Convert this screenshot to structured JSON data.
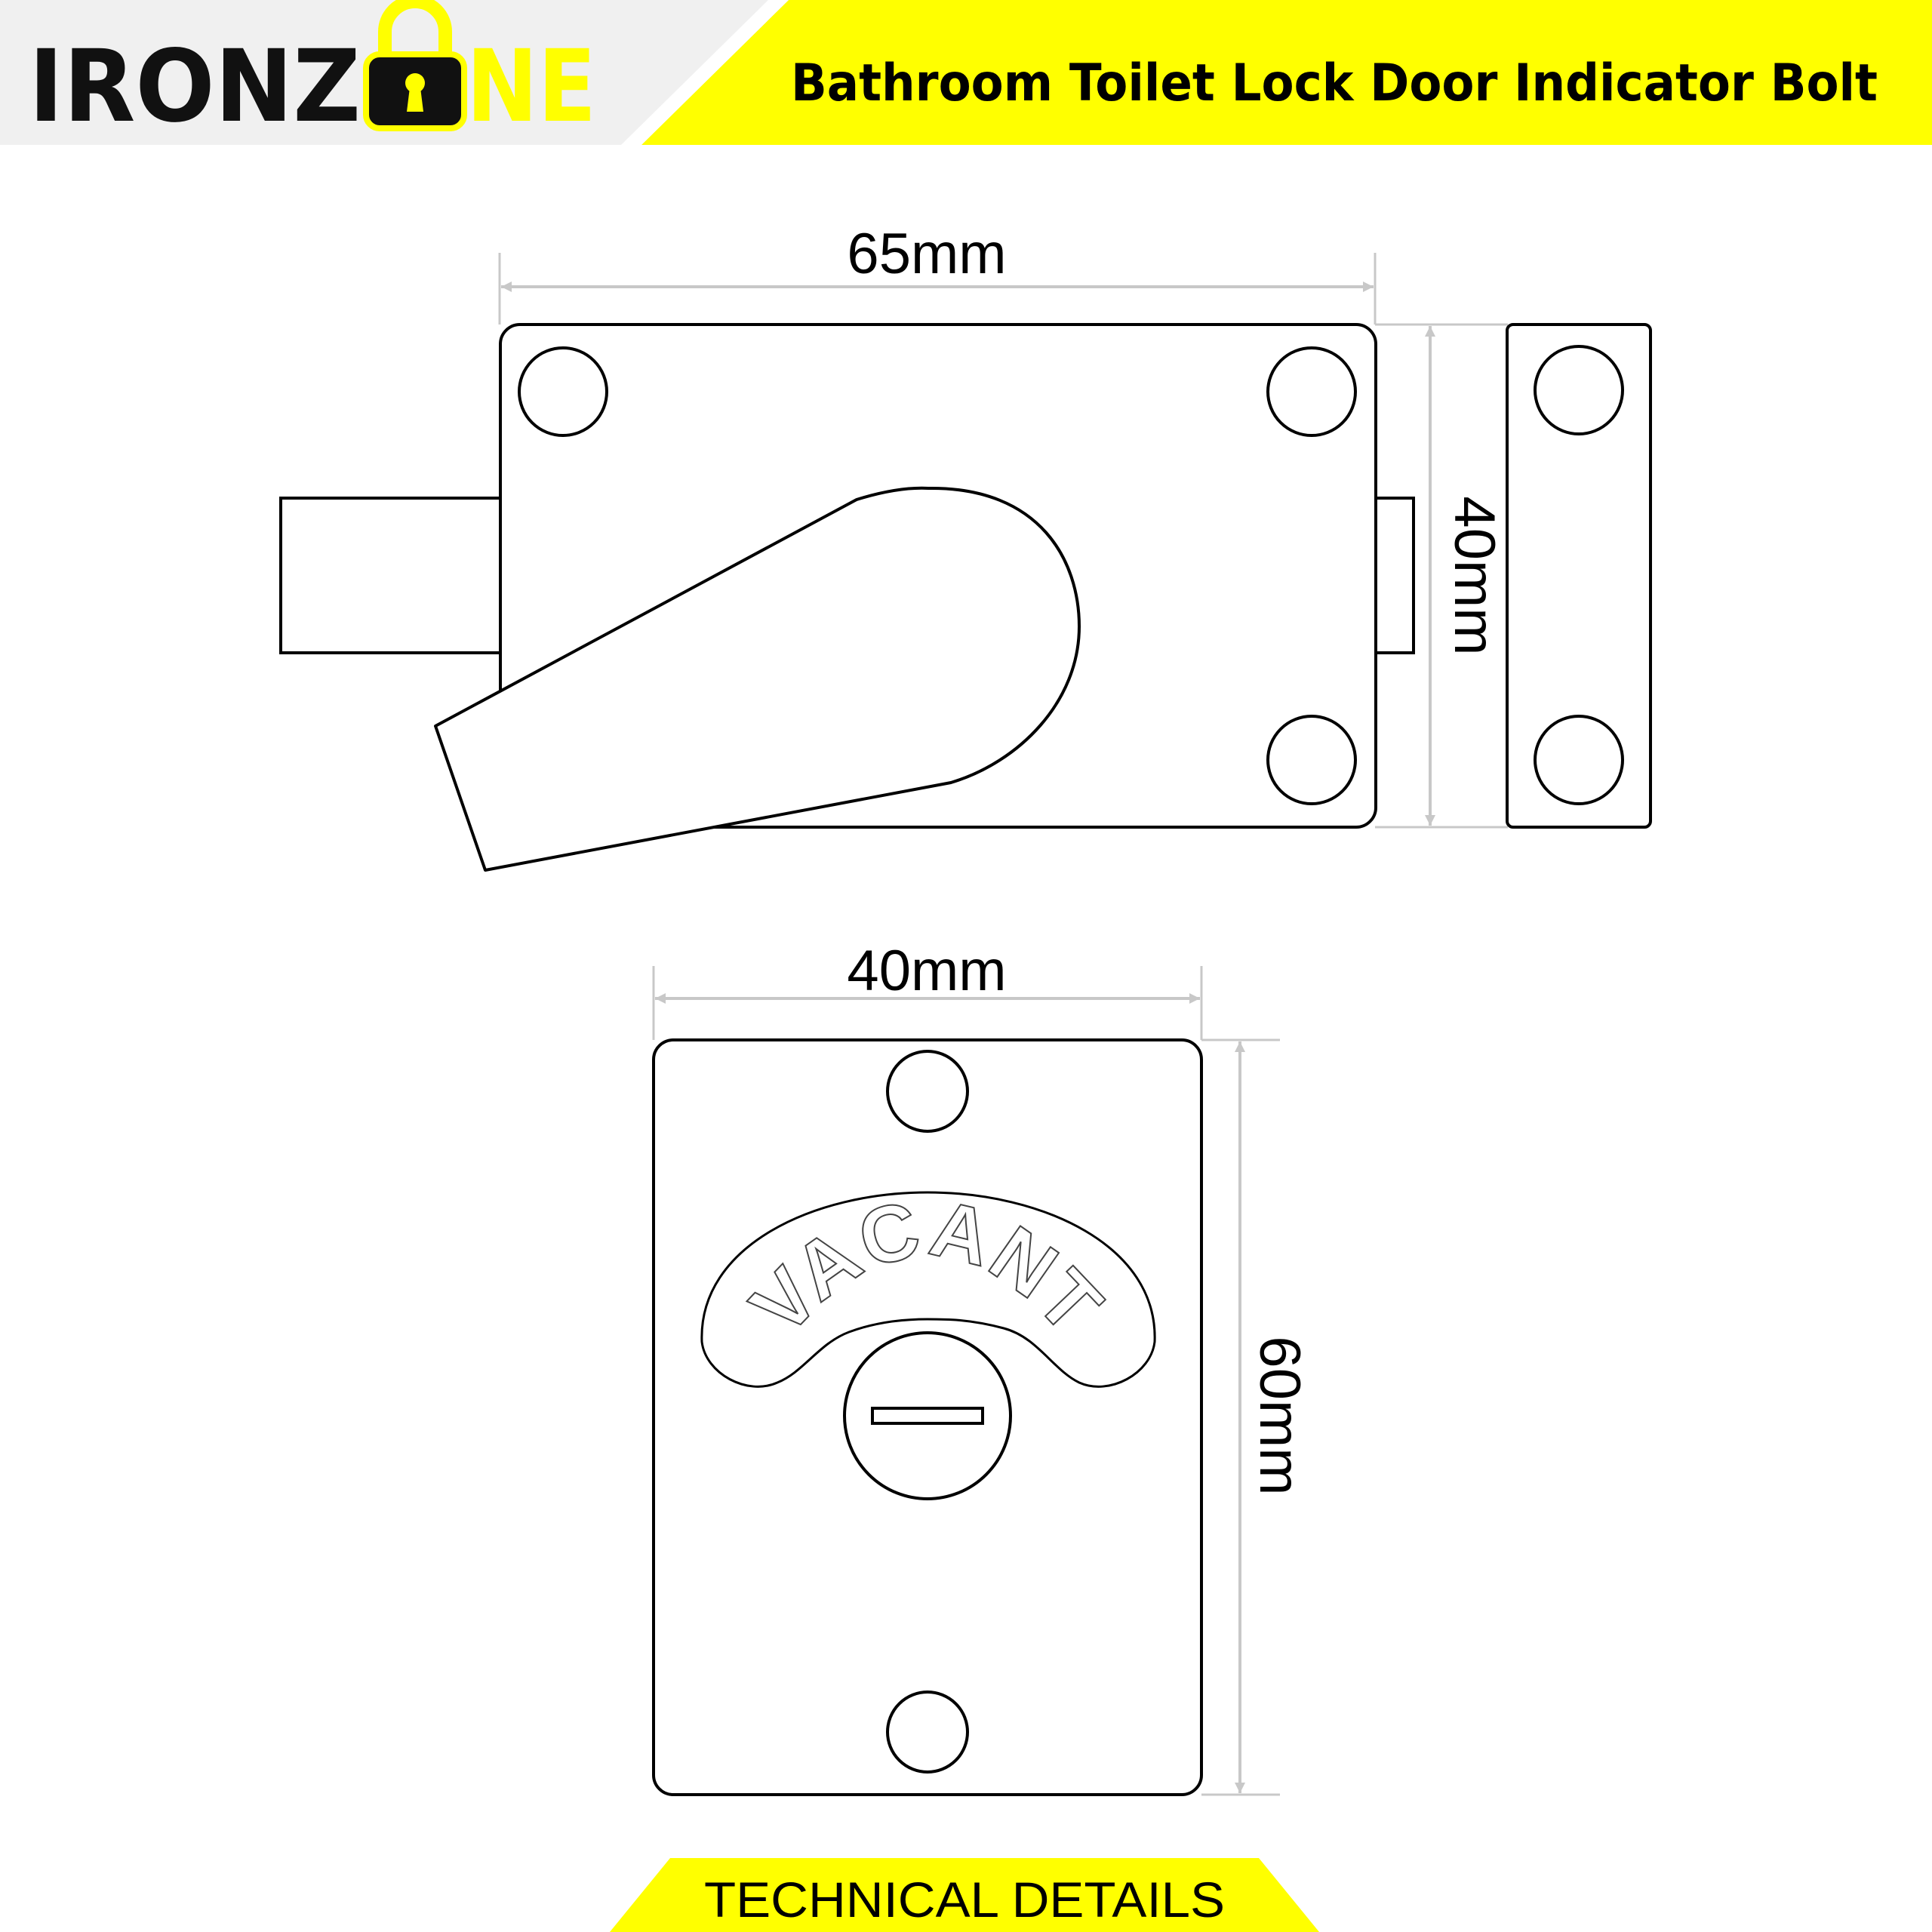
{
  "brand": {
    "name_dark": "IRONZ",
    "name_accent": "NE",
    "accent_color": "#FFFF00",
    "dark_color": "#111111",
    "logo_icon": "padlock-keyhole-icon"
  },
  "header": {
    "title": "Bathroom Toilet Lock Door Indicator Bolt",
    "band_color": "#FFFF00",
    "left_band_color": "#F0F0F0"
  },
  "bolt_diagram": {
    "width_label": "65mm",
    "height_label": "40mm"
  },
  "indicator_diagram": {
    "width_label": "40mm",
    "height_label": "60mm",
    "indicator_text": "VACANT"
  },
  "footer": {
    "label": "TECHNICAL DETAILS"
  },
  "colors": {
    "outline": "#000000",
    "dimension": "#C8C8C8"
  }
}
